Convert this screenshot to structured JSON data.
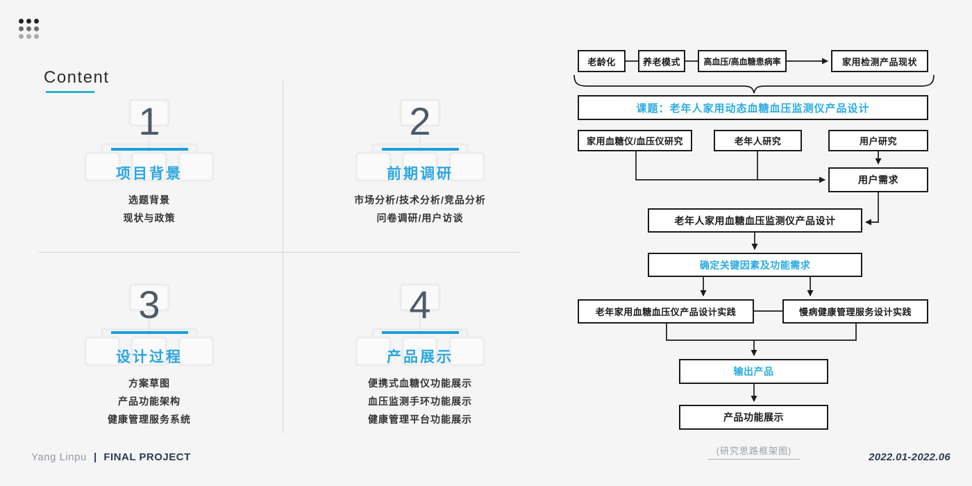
{
  "page": {
    "background_color": "#f5f5f5",
    "accent_teal": "#2bb5c5",
    "accent_blue": "#29abe2",
    "bar_blue": "#1a9fdb",
    "box_border_color": "#1a1a1a"
  },
  "header": {
    "title": "Content"
  },
  "sections": [
    {
      "number": "1",
      "title": "项目背景",
      "items": [
        "选题背景",
        "现状与政策"
      ]
    },
    {
      "number": "2",
      "title": "前期调研",
      "items": [
        "市场分析/技术分析/竞品分析",
        "问卷调研/用户访谈"
      ]
    },
    {
      "number": "3",
      "title": "设计过程",
      "items": [
        "方案草图",
        "产品功能架构",
        "健康管理服务系统"
      ]
    },
    {
      "number": "4",
      "title": "产品展示",
      "items": [
        "便携式血糖仪功能展示",
        "血压监测手环功能展示",
        "健康管理平台功能展示"
      ]
    }
  ],
  "flowchart": {
    "top_row": [
      "老龄化",
      "养老模式",
      "高血压/高血糖患病率",
      "家用检测产品现状"
    ],
    "topic": "课题：老年人家用动态血糖血压监测仪产品设计",
    "research_row": [
      "家用血糖仪/血压仪研究",
      "老年人研究",
      "用户研究"
    ],
    "user_needs": "用户需求",
    "design": "老年人家用血糖血压监测仪产品设计",
    "key_factors": "确定关键因素及功能需求",
    "practice_left": "老年家用血糖血压仪产品设计实践",
    "practice_right": "慢病健康管理服务设计实践",
    "output": "输出产品",
    "product_show": "产品功能展示",
    "caption": "(研究思路框架图)"
  },
  "footer": {
    "author": "Yang Linpu",
    "separator": "|",
    "project": "FINAL PROJECT",
    "date_range": "2022.01-2022.06"
  }
}
